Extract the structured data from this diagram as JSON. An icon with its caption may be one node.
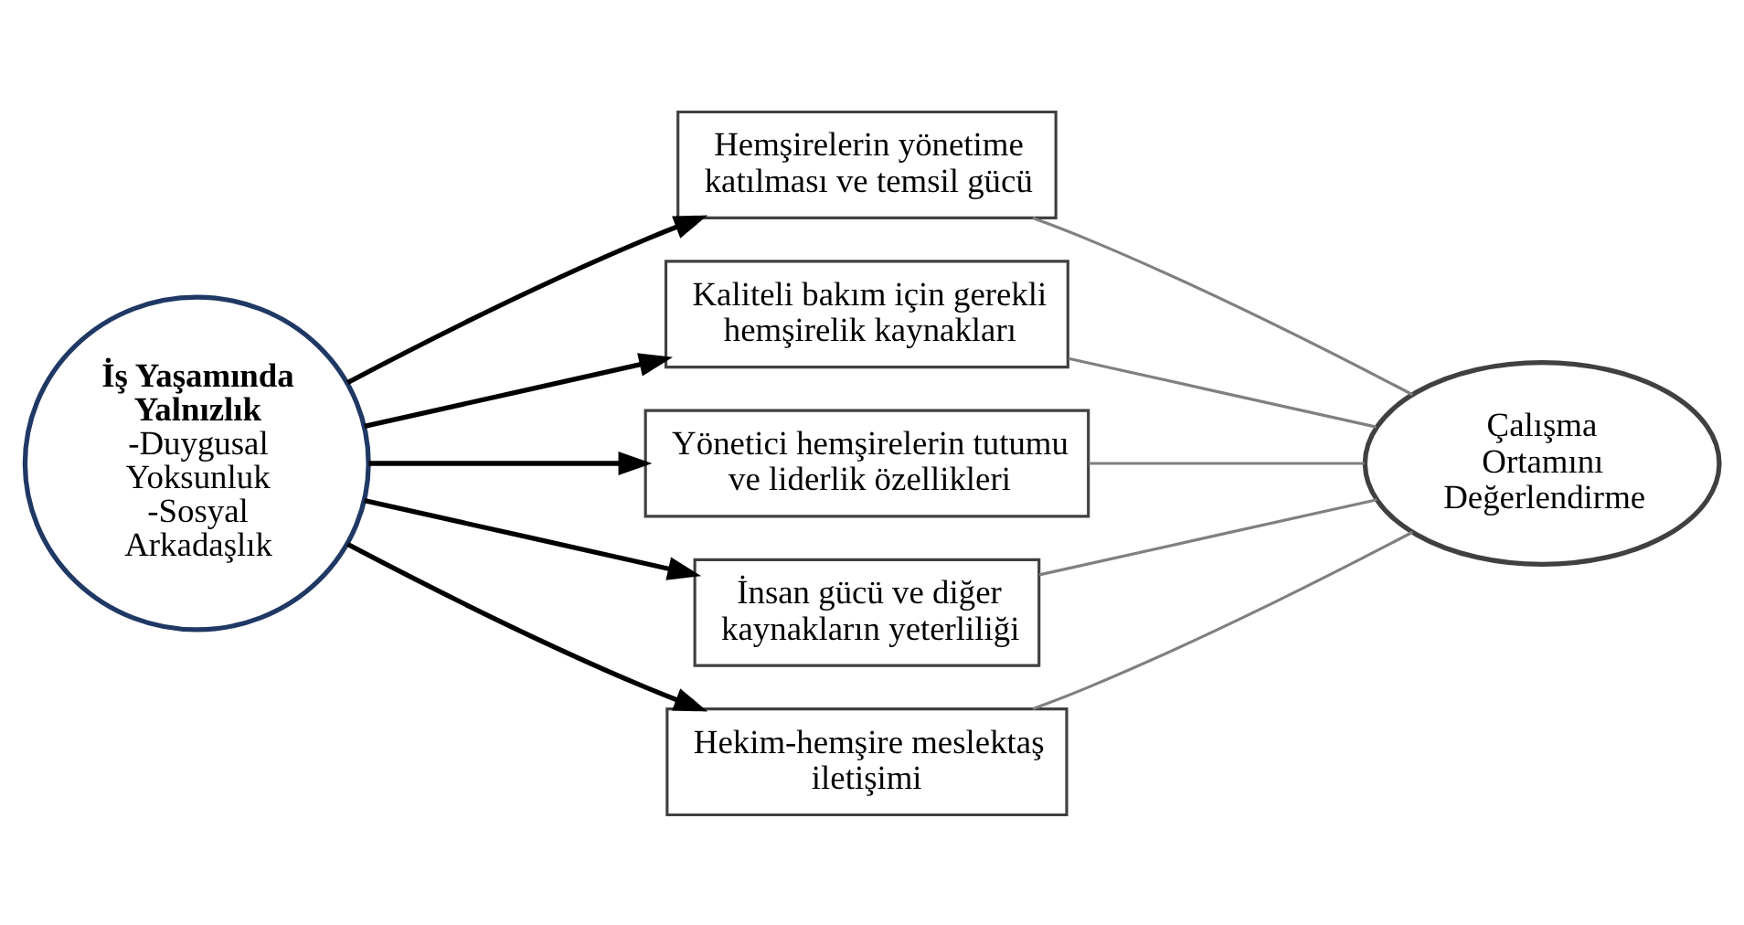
{
  "diagram": {
    "nodes": [
      {
        "text": [
          "İş Yaşamında Yalnızlık",
          "-Duygusal Yoksunluk",
          "-Sosyal Arkadaşlık"
        ]
      },
      {
        "text": [
          "Hemşirelerin yönetime katılması ve temsil gücü"
        ]
      },
      {
        "text": [
          "Kaliteli bakım için gerekli hemşirelik kaynakları"
        ]
      },
      {
        "text": [
          "Yönetici hemşirelerin tutumu ve liderlik özellikleri"
        ]
      },
      {
        "text": [
          "İnsan gücü ve diğer kaynakların yeterliliği"
        ]
      },
      {
        "text": [
          "Hekim-hemşire meslektaş iletişimi"
        ]
      },
      {
        "text": [
          "Çalışma Ortamını Değerlendirme"
        ]
      }
    ],
    "edges": [
      {
        "from": 0,
        "to": 1,
        "arrow": "to"
      },
      {
        "from": 0,
        "to": 2,
        "arrow": "to"
      },
      {
        "from": 0,
        "to": 3,
        "arrow": "to"
      },
      {
        "from": 0,
        "to": 4,
        "arrow": "to"
      },
      {
        "from": 0,
        "to": 5,
        "arrow": "to"
      },
      {
        "from": 1,
        "to": 6,
        "arrow": "none",
        "color": "#808080"
      },
      {
        "from": 2,
        "to": 6,
        "arrow": "none",
        "color": "#808080"
      },
      {
        "from": 3,
        "to": 6,
        "arrow": "none",
        "color": "#808080"
      },
      {
        "from": 4,
        "to": 6,
        "arrow": "none",
        "color": "#808080"
      },
      {
        "from": 5,
        "to": 6,
        "arrow": "none",
        "color": "#808080"
      }
    ]
  }
}
